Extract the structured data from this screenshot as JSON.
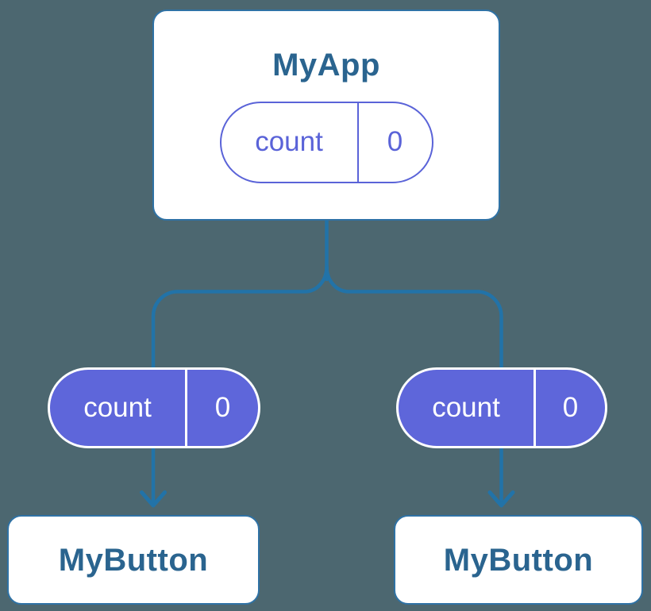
{
  "diagram": {
    "colors": {
      "background": "#4c6770",
      "line": "#2273a8",
      "card_border": "#2f72a5",
      "card_bg": "#ffffff",
      "title_text": "#2a648f",
      "purple": "#5e66da",
      "purple_outline": "#5a63d8",
      "pill_text_on_white": "#5a63d8",
      "pill_text_on_purple": "#ffffff"
    },
    "root": {
      "title": "MyApp",
      "state_pill": {
        "label": "count",
        "value": "0"
      }
    },
    "children": [
      {
        "title": "MyButton",
        "prop_pill": {
          "label": "count",
          "value": "0"
        }
      },
      {
        "title": "MyButton",
        "prop_pill": {
          "label": "count",
          "value": "0"
        }
      }
    ]
  }
}
